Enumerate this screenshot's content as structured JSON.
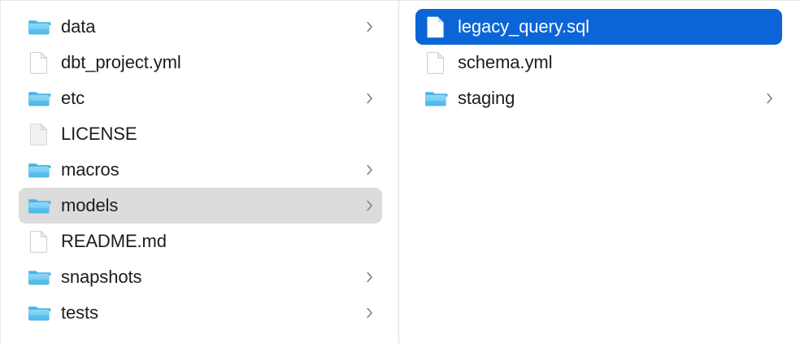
{
  "window": {
    "view_mode": "column",
    "accent_selection_color": "#0b65d6",
    "inactive_selection_color": "#dcdcdc",
    "text_color": "#1d1d1f",
    "folder_icon_color": "#5ac4f2",
    "divider_color": "#e0e0e2"
  },
  "columns": [
    {
      "name": "project-root-column",
      "items": [
        {
          "label": "data",
          "icon": "folder-icon",
          "kind": "folder",
          "chevron": true,
          "selected": false,
          "selection_style": "none"
        },
        {
          "label": "dbt_project.yml",
          "icon": "document-icon",
          "kind": "file",
          "chevron": false,
          "selected": false,
          "selection_style": "none"
        },
        {
          "label": "etc",
          "icon": "folder-icon",
          "kind": "folder",
          "chevron": true,
          "selected": false,
          "selection_style": "none"
        },
        {
          "label": "LICENSE",
          "icon": "document-plain-icon",
          "kind": "file",
          "chevron": false,
          "selected": false,
          "selection_style": "none"
        },
        {
          "label": "macros",
          "icon": "folder-icon",
          "kind": "folder",
          "chevron": true,
          "selected": false,
          "selection_style": "none"
        },
        {
          "label": "models",
          "icon": "folder-icon",
          "kind": "folder",
          "chevron": true,
          "selected": true,
          "selection_style": "gray"
        },
        {
          "label": "README.md",
          "icon": "document-icon",
          "kind": "file",
          "chevron": false,
          "selected": false,
          "selection_style": "none"
        },
        {
          "label": "snapshots",
          "icon": "folder-icon",
          "kind": "folder",
          "chevron": true,
          "selected": false,
          "selection_style": "none"
        },
        {
          "label": "tests",
          "icon": "folder-icon",
          "kind": "folder",
          "chevron": true,
          "selected": false,
          "selection_style": "none"
        }
      ]
    },
    {
      "name": "models-contents-column",
      "items": [
        {
          "label": "legacy_query.sql",
          "icon": "document-icon",
          "kind": "file",
          "chevron": false,
          "selected": true,
          "selection_style": "blue"
        },
        {
          "label": "schema.yml",
          "icon": "document-icon",
          "kind": "file",
          "chevron": false,
          "selected": false,
          "selection_style": "none"
        },
        {
          "label": "staging",
          "icon": "folder-icon",
          "kind": "folder",
          "chevron": true,
          "selected": false,
          "selection_style": "none"
        }
      ]
    }
  ]
}
